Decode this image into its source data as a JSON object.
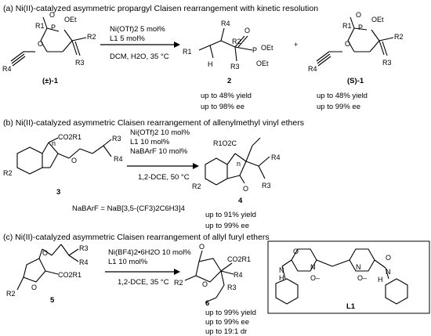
{
  "sections": [
    {
      "title": "(a) Ni(II)-catalyzed asymmetric propargyl Claisen rearrangement with kinetic resolution",
      "conditions": [
        "Ni(OTf)2 5 mol%",
        "L1 5 mol%",
        "DCM, H2O, 35 °C"
      ],
      "substrate_label": "(±)-1",
      "plus": "+",
      "products": [
        {
          "label": "2",
          "yield": "up to 48% yield",
          "ee": "up to 98% ee"
        },
        {
          "label": "(S)-1",
          "yield": "up to 48% yield",
          "ee": "up to 99% ee"
        }
      ],
      "atoms": {
        "R1": "R1",
        "R2": "R2",
        "R3": "R3",
        "R4": "R4",
        "P": "P",
        "O": "O",
        "OEt": "OEt",
        "H": "H"
      }
    },
    {
      "title": "(b) Ni(II)-catalyzed asymmetric Claisen rearrangement of allenylmethyl vinyl ethers",
      "conditions": [
        "Ni(OTf)2 10 mol%",
        "L1 10 mol%",
        "NaBArF 10 mol%",
        "1,2-DCE, 50 °C"
      ],
      "substrate_label": "3",
      "product_label": "4",
      "definition": "NaBArF = NaB[3,5-(CF3)2C6H3]4",
      "results": [
        "up to 91% yield",
        "up to 99% ee"
      ],
      "atoms": {
        "CO2R1": "CO2R1",
        "R1O2C": "R1O2C",
        "n": "n"
      }
    },
    {
      "title": "(c) Ni(II)-catalyzed asymmetric Claisen rearrangement of allyl furyl ethers",
      "conditions": [
        "Ni(BF4)2•6H2O 10 mol%",
        "L1 10 mol%",
        "1,2-DCE, 35 °C"
      ],
      "substrate_label": "5",
      "product_label": "6",
      "results": [
        "up to 99% yield",
        "up to 99% ee",
        "up to 19:1 dr"
      ],
      "ligand_label": "L1",
      "atoms": {
        "N": "N",
        "NH": "N",
        "Oplus": "O–",
        "H": "H"
      }
    }
  ]
}
